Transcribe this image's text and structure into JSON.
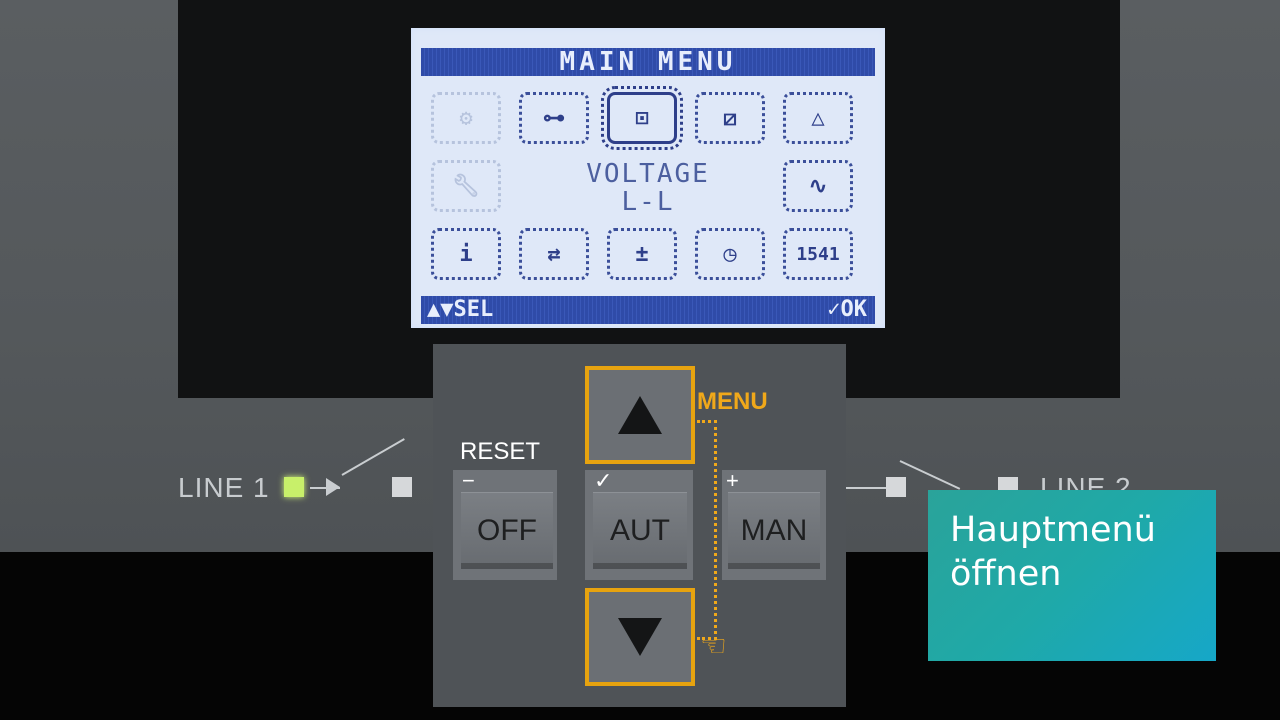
{
  "lcd": {
    "title": "MAIN MENU",
    "center_line1": "VOLTAGE",
    "center_line2": "L-L",
    "footer_sel": "▲▼SEL",
    "footer_ok": "✓OK",
    "tiles_row1": [
      "wiring-ex-icon",
      "key-icon",
      "voltage-ll-icon",
      "lines-n-icon",
      "alarm-bell-icon"
    ],
    "tiles_row2_left": "wrench-icon",
    "tiles_row2_right": "waveform-icon",
    "tiles_row3": [
      "info-icon",
      "io-transfer-icon",
      "battery-icon",
      "calendar-clock-icon",
      "counter-icon"
    ],
    "counter_text": "1541"
  },
  "lines": {
    "line1": "LINE 1",
    "line2": "LINE 2"
  },
  "keypad": {
    "reset_label": "RESET",
    "off_label": "OFF",
    "aut_label": "AUT",
    "man_label": "MAN",
    "minus": "−",
    "check": "✓",
    "plus": "+",
    "menu_label": "MENU"
  },
  "caption": {
    "line1": "Hauptmenü",
    "line2": "öffnen"
  },
  "colors": {
    "accent_yellow": "#e7a30f",
    "lcd_blue": "#2f4ba8",
    "caption_teal": "#1fa9a8",
    "led_green": "#c8f06a"
  }
}
